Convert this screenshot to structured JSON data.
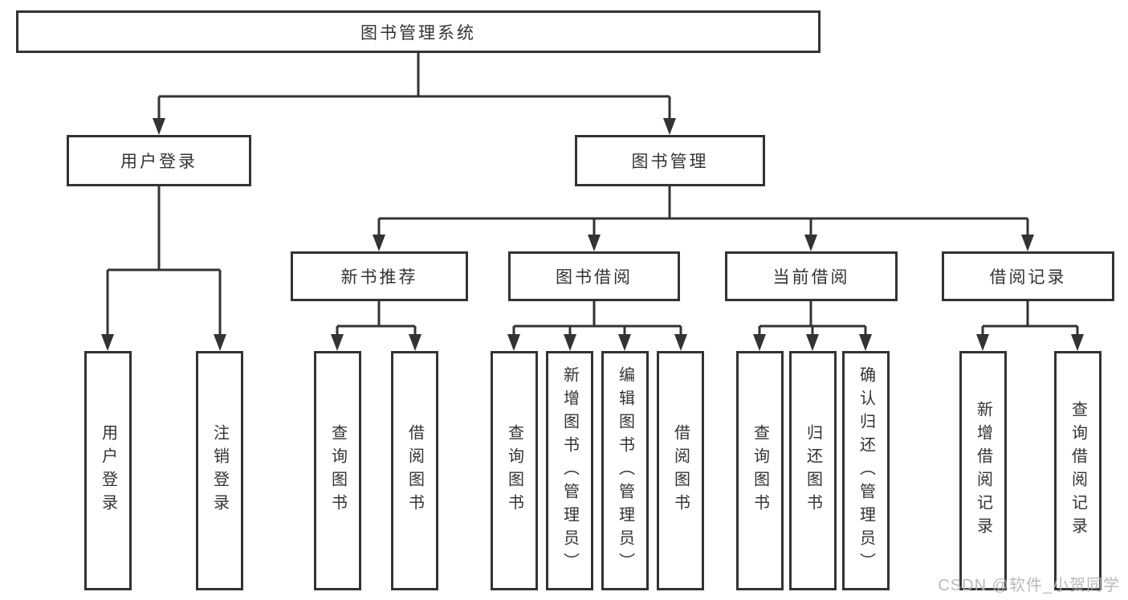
{
  "diagram": {
    "root": {
      "label": "图书管理系统"
    },
    "level2": {
      "user_login": {
        "label": "用户登录"
      },
      "book_mgmt": {
        "label": "图书管理"
      }
    },
    "level3": {
      "new_book": {
        "label": "新书推荐"
      },
      "book_borrow": {
        "label": "图书借阅"
      },
      "current_borrow": {
        "label": "当前借阅"
      },
      "borrow_record": {
        "label": "借阅记录"
      }
    },
    "leaves": {
      "user_login": [
        "用户登录",
        "注销登录"
      ],
      "new_book": [
        "查询图书",
        "借阅图书"
      ],
      "book_borrow": [
        "查询图书",
        "新增图书（管理员）",
        "编辑图书（管理员）",
        "借阅图书"
      ],
      "current_borrow": [
        "查询图书",
        "归还图书",
        "确认归还（管理员）"
      ],
      "borrow_record": [
        "新增借阅记录",
        "查询借阅记录"
      ]
    }
  },
  "watermark": {
    "text": "CSDN @软件_小贺同学"
  },
  "colors": {
    "line": "#333333",
    "box_border": "#333333",
    "box_bg": "#ffffff",
    "text": "#333333",
    "watermark": "#b5b5b5",
    "background": "#ffffff"
  }
}
